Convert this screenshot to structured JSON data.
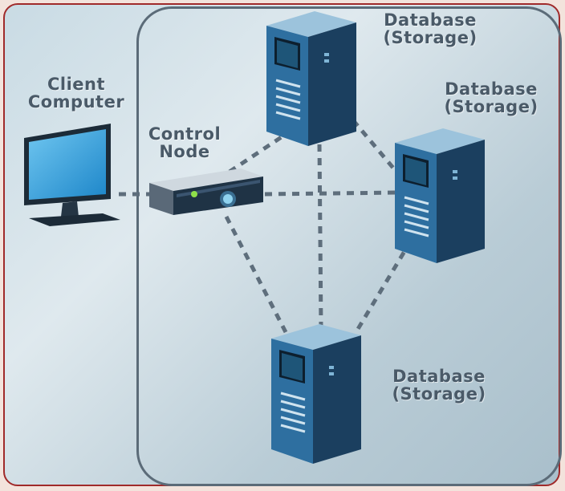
{
  "nodes": {
    "client": {
      "line1": "Client",
      "line2": "Computer"
    },
    "control": {
      "line1": "Control",
      "line2": "Node"
    },
    "db_top": {
      "line1": "Database",
      "line2": "(Storage)"
    },
    "db_right": {
      "line1": "Database",
      "line2": "(Storage)"
    },
    "db_bottom": {
      "line1": "Database",
      "line2": "(Storage)"
    }
  },
  "colors": {
    "frame_border": "#a02a2a",
    "cluster_border": "#5b6b78",
    "link": "#5e6e7c",
    "label": "#4a5a68",
    "server_body": "#2e6fa0",
    "server_dark": "#1b3f5f"
  }
}
